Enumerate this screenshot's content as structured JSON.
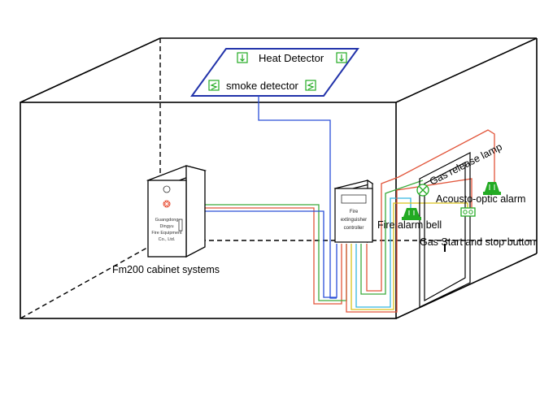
{
  "labels": {
    "heat_detector": "Heat Detector",
    "smoke_detector": "smoke detector",
    "cabinet_system": "Fm200 cabinet systems",
    "cabinet_line1": "Guangdong",
    "cabinet_line2": "Dingyu",
    "cabinet_line3": "Fire Equipment",
    "cabinet_line4": "Co., Ltd.",
    "controller_line1": "Fire",
    "controller_line2": "extinguisher",
    "controller_line3": "controller",
    "gas_release_lamp": "Gas release lamp",
    "acousto_optic_alarm": "Acousto-optic alarm",
    "fire_alarm_bell": "Fire alarm bell",
    "gas_button": "Gas Start and stop button"
  },
  "colors": {
    "outline": "#000000",
    "ceiling_panel": "#2233aa",
    "wire_blue": "#2a4fd8",
    "wire_red": "#e2553a",
    "wire_green": "#3caa3c",
    "wire_yellow": "#d9c21a",
    "wire_cyan": "#35b6e0",
    "device_green": "#22aa22"
  },
  "icons": [
    "heat-detector-icon",
    "smoke-detector-icon",
    "gas-release-lamp-icon",
    "acousto-optic-alarm-icon",
    "fire-alarm-bell-icon",
    "gas-button-icon",
    "cabinet-logo-icon"
  ]
}
